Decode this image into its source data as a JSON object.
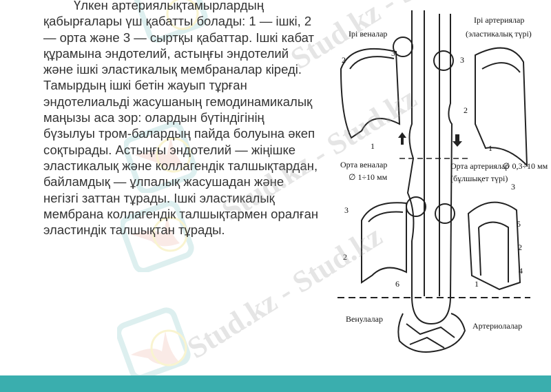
{
  "main_text": {
    "paragraph": "Үлкен артериялықтамырлардың қабырғалары үш қабатты болады: 1 — ішкі, 2 — орта және 3 — сыртқы қабаттар. Ішкі кабат құрамына эндотелий, астыңғы эндотелий және ішкі эластикалық мембраналар кіреді. Тамырдың ішкі бетін жауып тұрған эндотелиальді жасушаның гемодинамикалық маңызы аса зор: олардын бүтіндігінің бүзылуы тром-балардың пайда болуына әкеп соқтырады. Астыңғы эндотелий — жіңішке эластикалық және коллагендік талшықтардан, байламдық — ұлпалық жасушадан және негізгі заттан тұрады. Ішкі эластикалық мембрана коллагендік талшықтармен оралған эластиндік талшықтан тұрады."
  },
  "diagram": {
    "labels": {
      "large_veins": "Ірі веналар",
      "large_arteries": "Ірі артериялар",
      "large_arteries_type": "(эластикалық түрі)",
      "medium_veins": "Орта веналар",
      "medium_veins_diameter": "∅ 1÷10 мм",
      "medium_arteries": "Орта артериялар",
      "medium_arteries_diameter": "∅ 0,3÷10 мм",
      "medium_arteries_type": "(бұлшықет түрі)",
      "venules": "Венулалар",
      "arterioles": "Артериолалар"
    },
    "layer_numbers": [
      "1",
      "2",
      "3",
      "4",
      "5",
      "6"
    ]
  },
  "watermark": {
    "text": "Stud.kz - Stud.kz"
  },
  "theme": {
    "footer_color": "#3aaeae",
    "text_color": "#333333"
  }
}
